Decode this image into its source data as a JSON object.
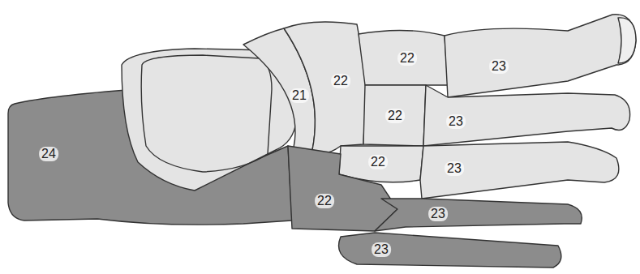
{
  "diagram": {
    "labels": [
      "22",
      "23",
      "21",
      "22",
      "22",
      "23",
      "24",
      "22",
      "23",
      "22",
      "23",
      "23"
    ]
  }
}
